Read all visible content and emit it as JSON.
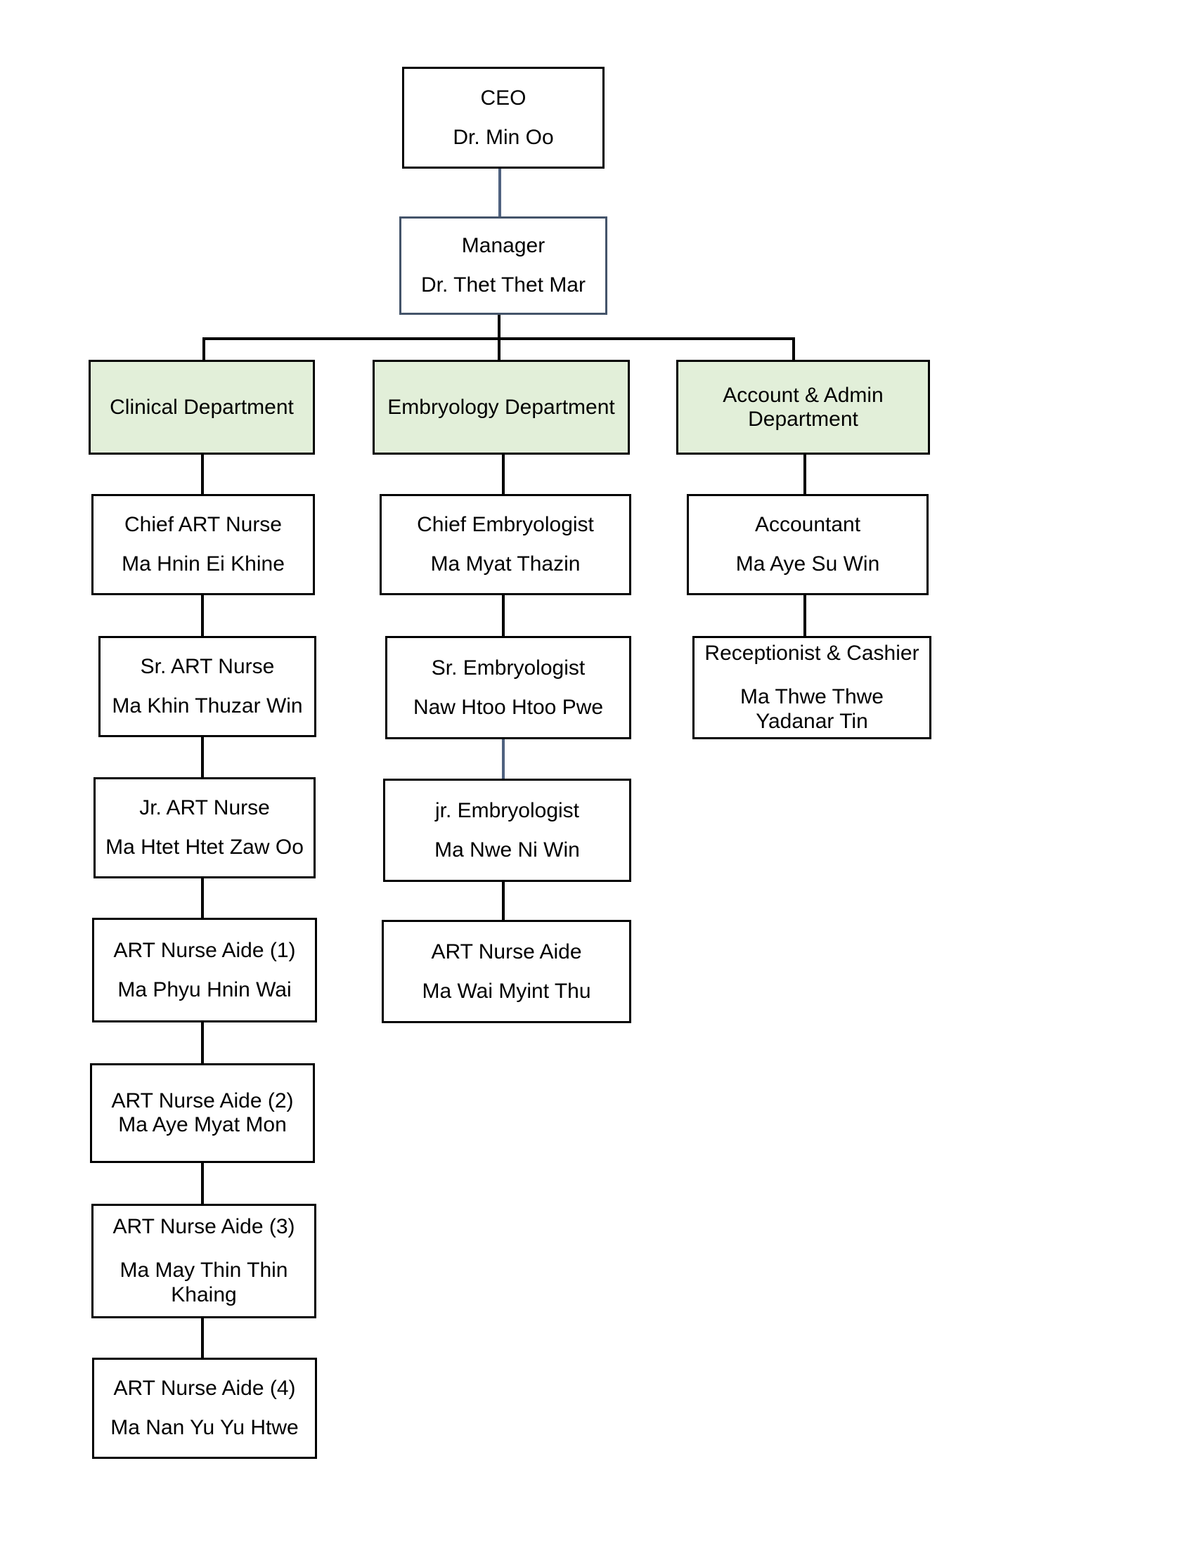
{
  "chart_data": {
    "type": "diagram",
    "title": "Organizational Chart",
    "colors": {
      "department_fill": "#E2EFD9",
      "default_border": "#000000",
      "manager_border": "#44546A",
      "connector": "#000000",
      "connector_accent": "#4F6280",
      "background": "#FFFFFF",
      "text": "#000000"
    },
    "nodes": [
      {
        "id": "ceo",
        "role": "CEO",
        "name": "Dr. Min Oo"
      },
      {
        "id": "manager",
        "role": "Manager",
        "name": "Dr. Thet Thet Mar"
      },
      {
        "id": "dept1",
        "role": "Clinical Department",
        "name": ""
      },
      {
        "id": "dept2",
        "role": "Embryology Department",
        "name": ""
      },
      {
        "id": "dept3",
        "role": "Account & Admin",
        "name": "Department"
      },
      {
        "id": "c1",
        "role": "Chief ART Nurse",
        "name": "Ma Hnin Ei Khine"
      },
      {
        "id": "c2",
        "role": "Sr. ART Nurse",
        "name": "Ma Khin Thuzar Win"
      },
      {
        "id": "c3",
        "role": "Jr. ART Nurse",
        "name": "Ma Htet Htet Zaw Oo"
      },
      {
        "id": "c4",
        "role": "ART Nurse Aide (1)",
        "name": "Ma Phyu Hnin Wai"
      },
      {
        "id": "c5",
        "role": "ART Nurse Aide (2)",
        "name": "Ma Aye Myat Mon"
      },
      {
        "id": "c6",
        "role": "ART Nurse Aide (3)",
        "name": "Ma May Thin Thin Khaing"
      },
      {
        "id": "c7",
        "role": "ART Nurse Aide (4)",
        "name": "Ma Nan Yu Yu Htwe"
      },
      {
        "id": "e1",
        "role": "Chief Embryologist",
        "name": "Ma Myat Thazin"
      },
      {
        "id": "e2",
        "role": "Sr. Embryologist",
        "name": "Naw Htoo Htoo Pwe"
      },
      {
        "id": "e3",
        "role": "jr. Embryologist",
        "name": "Ma Nwe Ni Win"
      },
      {
        "id": "e4",
        "role": "ART Nurse Aide",
        "name": "Ma Wai Myint Thu"
      },
      {
        "id": "a1",
        "role": "Accountant",
        "name": "Ma Aye Su Win"
      },
      {
        "id": "a2",
        "role": "Receptionist & Cashier",
        "name": "Ma Thwe Thwe Yadanar Tin"
      }
    ],
    "edges": [
      {
        "from": "ceo",
        "to": "manager"
      },
      {
        "from": "manager",
        "to": "dept1"
      },
      {
        "from": "manager",
        "to": "dept2"
      },
      {
        "from": "manager",
        "to": "dept3"
      },
      {
        "from": "dept1",
        "to": "c1"
      },
      {
        "from": "c1",
        "to": "c2"
      },
      {
        "from": "c2",
        "to": "c3"
      },
      {
        "from": "c3",
        "to": "c4"
      },
      {
        "from": "c4",
        "to": "c5"
      },
      {
        "from": "c5",
        "to": "c6"
      },
      {
        "from": "c6",
        "to": "c7"
      },
      {
        "from": "dept2",
        "to": "e1"
      },
      {
        "from": "e1",
        "to": "e2"
      },
      {
        "from": "e2",
        "to": "e3"
      },
      {
        "from": "e3",
        "to": "e4"
      },
      {
        "from": "dept3",
        "to": "a1"
      },
      {
        "from": "a1",
        "to": "a2"
      }
    ]
  },
  "ceo": {
    "role": "CEO",
    "name": "Dr. Min Oo"
  },
  "manager": {
    "role": "Manager",
    "name": "Dr. Thet Thet Mar"
  },
  "dept": {
    "clinical": "Clinical Department",
    "embryology": "Embryology Department",
    "account_l1": "Account & Admin",
    "account_l2": "Department"
  },
  "clinical": {
    "n1": {
      "role": "Chief ART Nurse",
      "name": "Ma Hnin Ei Khine"
    },
    "n2": {
      "role": "Sr. ART Nurse",
      "name": "Ma Khin Thuzar Win"
    },
    "n3": {
      "role": "Jr. ART Nurse",
      "name": "Ma Htet Htet Zaw Oo"
    },
    "n4": {
      "role": "ART Nurse Aide (1)",
      "name": "Ma Phyu Hnin Wai"
    },
    "n5": {
      "role": "ART Nurse Aide (2)",
      "name": "Ma Aye Myat Mon"
    },
    "n6": {
      "role": "ART Nurse Aide (3)",
      "name": "Ma May Thin Thin Khaing"
    },
    "n7": {
      "role": "ART Nurse Aide (4)",
      "name": "Ma Nan Yu Yu Htwe"
    }
  },
  "embryology": {
    "n1": {
      "role": "Chief Embryologist",
      "name": "Ma Myat Thazin"
    },
    "n2": {
      "role": "Sr. Embryologist",
      "name": "Naw Htoo Htoo Pwe"
    },
    "n3": {
      "role": "jr. Embryologist",
      "name": "Ma Nwe Ni Win"
    },
    "n4": {
      "role": "ART Nurse Aide",
      "name": "Ma Wai Myint Thu"
    }
  },
  "account": {
    "n1": {
      "role": "Accountant",
      "name": "Ma Aye Su Win"
    },
    "n2": {
      "role": "Receptionist & Cashier",
      "name": "Ma Thwe Thwe Yadanar Tin"
    }
  }
}
